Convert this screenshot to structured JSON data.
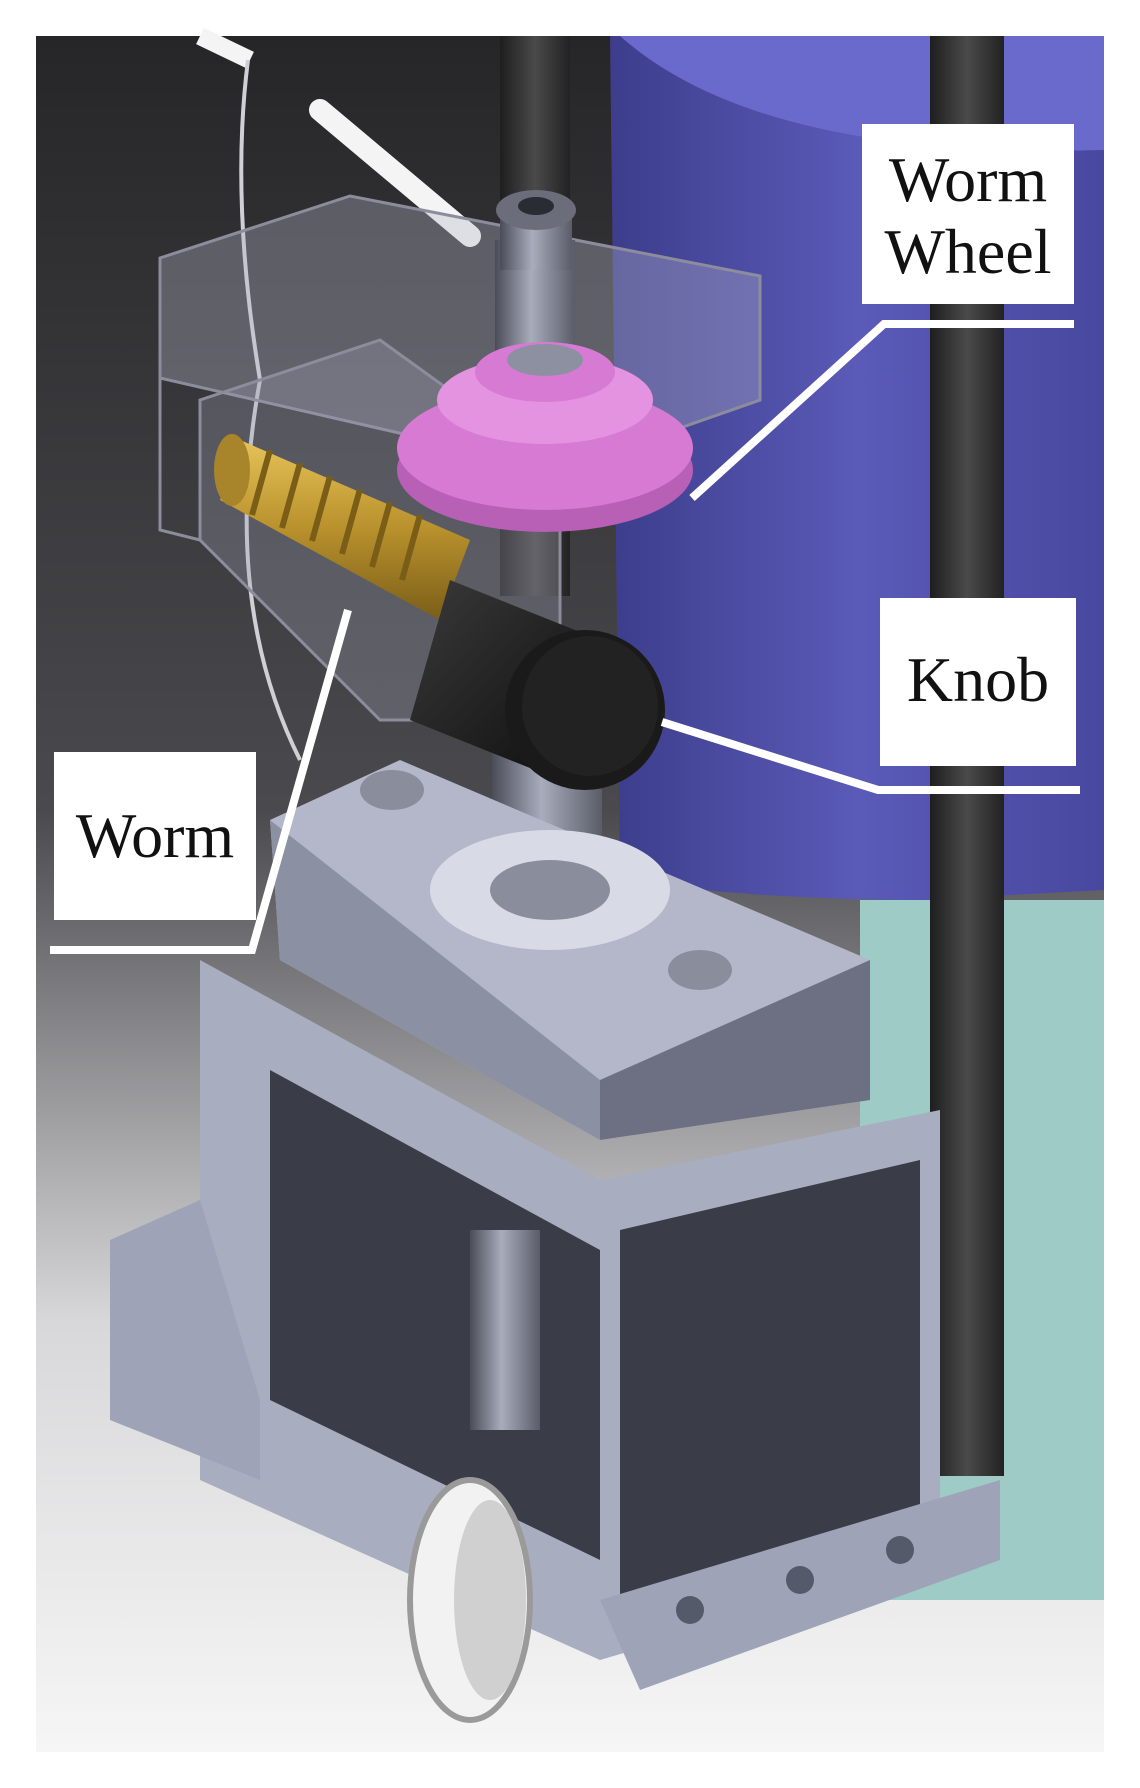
{
  "figure": {
    "labels": {
      "worm_wheel": [
        "Worm",
        "Wheel"
      ],
      "knob": "Knob",
      "worm": "Worm"
    },
    "colors": {
      "frame_background": "#2a2a2e",
      "cylinder_blue": "#5a5ab8",
      "pole_dark": "#3b3b3b",
      "bracket_gray": "#9ea3b8",
      "bracket_dark_face": "#3a3d48",
      "worm_gold": "#c9a23a",
      "worm_wheel_pink": "#d77ad4",
      "knob_black": "#1a1a1a",
      "wheel_white": "#f2f2f2",
      "teal_background": "#9ecbc6",
      "leader_line": "#ffffff"
    }
  }
}
